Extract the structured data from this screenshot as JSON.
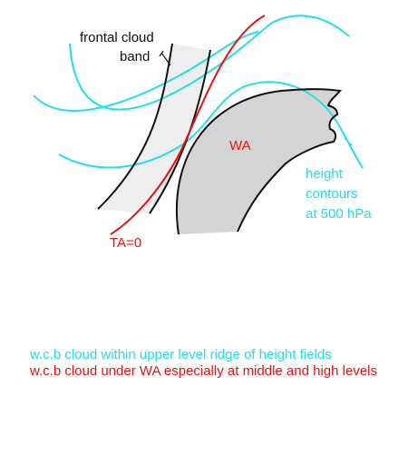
{
  "colors": {
    "contour": "#22e0e8",
    "frontal": "#ee1111",
    "outline": "#111111",
    "band_fill": "#eeeeee",
    "wa_fill": "#d4d4d4"
  },
  "labels": {
    "frontal_line1": "frontal cloud",
    "frontal_line2": "band",
    "wa": "WA",
    "height_line1": "height",
    "height_line2": "contours",
    "height_line3": "at 500 hPa",
    "ta0": "TA=0"
  },
  "caption": {
    "line1": "w.c.b cloud within upper level ridge of height fields",
    "line2": "w.c.b cloud under WA especially at middle and high levels"
  }
}
